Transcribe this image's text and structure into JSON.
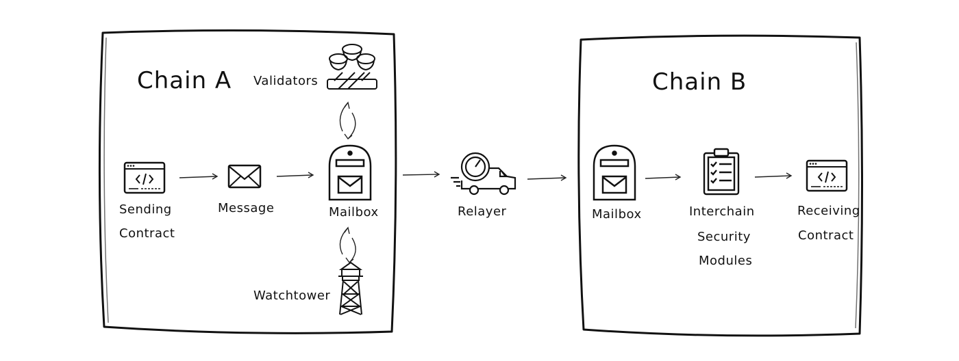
{
  "chain_a": {
    "title": "Chain A",
    "sending_contract": [
      "Sending",
      "Contract"
    ],
    "message": "Message",
    "mailbox": "Mailbox",
    "validators": "Validators",
    "watchtower": "Watchtower"
  },
  "relayer": "Relayer",
  "chain_b": {
    "title": "Chain B",
    "mailbox": "Mailbox",
    "ism": [
      "Interchain",
      "Security",
      "Modules"
    ],
    "receiving_contract": [
      "Receiving",
      "Contract"
    ]
  }
}
